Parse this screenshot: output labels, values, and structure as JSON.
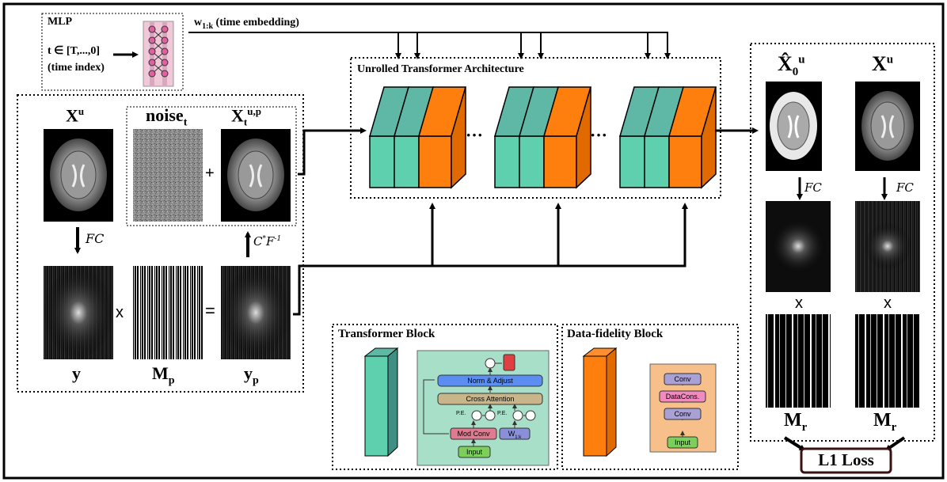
{
  "colors": {
    "teal": "#5fb8a6",
    "teal_front": "#5fd0ad",
    "teal_side": "#3f8f85",
    "orange": "#ff7f0e",
    "orange_side": "#e06a00",
    "panel_green": "#a8dfc8",
    "panel_orange": "#f7c08a",
    "conv": "#a9a1d6",
    "norm": "#5b8ef0",
    "cross": "#c9b58a",
    "mod": "#e07a90",
    "input": "#7ccf5a",
    "w1k": "#8a90d8",
    "data_cons": "#f08abf"
  },
  "mlp": {
    "title": "MLP",
    "t_label": "t ∈ [T,...,0]",
    "index_label": "(time index)",
    "embedding_label": "w1:k (time embedding)"
  },
  "left": {
    "xu": "Xu",
    "noise": "noiset",
    "xtup": "Xtu,p",
    "plus": "+",
    "fc": "FC",
    "cfinv": "C*F-1",
    "times": "x",
    "equals": "=",
    "y": "y",
    "mp": "Mp",
    "yp": "yp"
  },
  "unrolled": {
    "title": "Unrolled Transformer Architecture",
    "dots1": "···",
    "dots2": "···"
  },
  "transformer_block": {
    "title": "Transformer Block",
    "plus_top": "⊕",
    "norm": "Norm & Adjust",
    "cross": "Cross Attention",
    "pe1": "P.E.",
    "pe2": "P.E.",
    "mod_conv": "Mod Conv",
    "w1k": "W1:k",
    "input": "Input"
  },
  "df_block": {
    "title": "Data-fidelity Block",
    "conv1": "Conv",
    "data_cons": "DataCons.",
    "conv2": "Conv",
    "input": "Input"
  },
  "right": {
    "x0u": "X̂0u",
    "xu": "Xu",
    "fc1": "FC",
    "fc2": "FC",
    "times1": "x",
    "times2": "x",
    "mr1": "Mr",
    "mr2": "Mr",
    "loss": "L1 Loss"
  }
}
